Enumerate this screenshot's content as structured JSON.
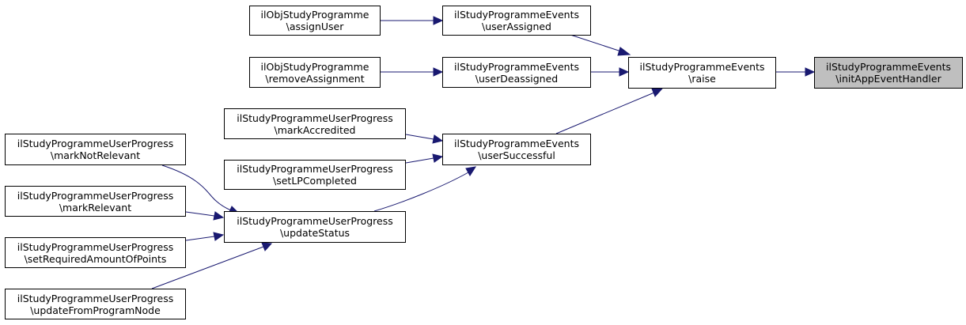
{
  "diagram": {
    "colors": {
      "edge": "#191970",
      "highlight_fill": "#bfbfbf",
      "node_border": "#000000"
    },
    "nodes": {
      "init_app_event_handler": {
        "line1": "ilStudyProgrammeEvents",
        "line2": "\\initAppEventHandler"
      },
      "raise": {
        "line1": "ilStudyProgrammeEvents",
        "line2": "\\raise"
      },
      "user_assigned": {
        "line1": "ilStudyProgrammeEvents",
        "line2": "\\userAssigned"
      },
      "user_deassigned": {
        "line1": "ilStudyProgrammeEvents",
        "line2": "\\userDeassigned"
      },
      "user_successful": {
        "line1": "ilStudyProgrammeEvents",
        "line2": "\\userSuccessful"
      },
      "assign_user": {
        "line1": "ilObjStudyProgramme",
        "line2": "\\assignUser"
      },
      "remove_assignment": {
        "line1": "ilObjStudyProgramme",
        "line2": "\\removeAssignment"
      },
      "mark_accredited": {
        "line1": "ilStudyProgrammeUserProgress",
        "line2": "\\markAccredited"
      },
      "set_lp_completed": {
        "line1": "ilStudyProgrammeUserProgress",
        "line2": "\\setLPCompleted"
      },
      "update_status": {
        "line1": "ilStudyProgrammeUserProgress",
        "line2": "\\updateStatus"
      },
      "mark_not_relevant": {
        "line1": "ilStudyProgrammeUserProgress",
        "line2": "\\markNotRelevant"
      },
      "mark_relevant": {
        "line1": "ilStudyProgrammeUserProgress",
        "line2": "\\markRelevant"
      },
      "set_required_amount_of_points": {
        "line1": "ilStudyProgrammeUserProgress",
        "line2": "\\setRequiredAmountOfPoints"
      },
      "update_from_program_node": {
        "line1": "ilStudyProgrammeUserProgress",
        "line2": "\\updateFromProgramNode"
      }
    },
    "edges": [
      {
        "from": "raise",
        "to": "init_app_event_handler"
      },
      {
        "from": "user_assigned",
        "to": "raise"
      },
      {
        "from": "user_deassigned",
        "to": "raise"
      },
      {
        "from": "user_successful",
        "to": "raise"
      },
      {
        "from": "assign_user",
        "to": "user_assigned"
      },
      {
        "from": "remove_assignment",
        "to": "user_deassigned"
      },
      {
        "from": "mark_accredited",
        "to": "user_successful"
      },
      {
        "from": "set_lp_completed",
        "to": "user_successful"
      },
      {
        "from": "update_status",
        "to": "user_successful"
      },
      {
        "from": "mark_not_relevant",
        "to": "update_status"
      },
      {
        "from": "mark_relevant",
        "to": "update_status"
      },
      {
        "from": "set_required_amount_of_points",
        "to": "update_status"
      },
      {
        "from": "update_from_program_node",
        "to": "update_status"
      }
    ]
  }
}
